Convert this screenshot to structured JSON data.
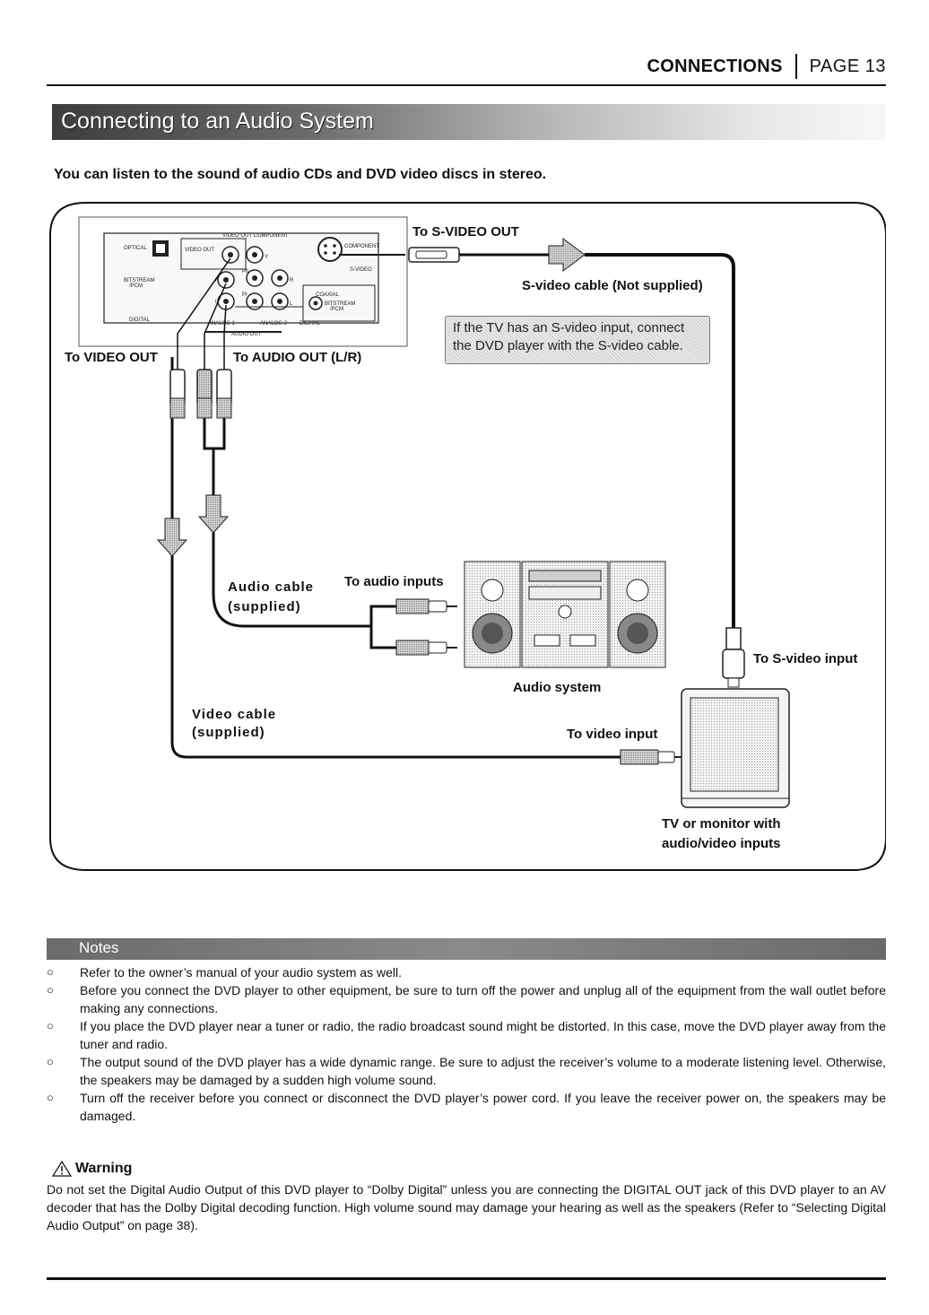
{
  "header": {
    "section": "CONNECTIONS",
    "page": "PAGE 13"
  },
  "title": "Connecting to an Audio System",
  "intro": "You can listen to the sound of audio CDs and DVD video discs in stereo.",
  "diagram": {
    "labels": {
      "to_video_out": "To VIDEO OUT",
      "to_audio_out": "To AUDIO OUT (L/R)",
      "to_svideo_out": "To S-VIDEO OUT",
      "svideo_cable": "S-video cable (Not supplied)",
      "callout": "If the TV has an S-video input, connect the DVD player with the S-video cable.",
      "audio_cable": "Audio cable\n(supplied)",
      "audio_cable_1": "Audio cable",
      "audio_cable_2": "(supplied)",
      "to_audio_inputs": "To audio inputs",
      "audio_system": "Audio system",
      "to_svideo_input": "To S-video input",
      "video_cable_1": "Video cable",
      "video_cable_2": "(supplied)",
      "to_video_input": "To video input",
      "tv_1": "TV or monitor with",
      "tv_2": "audio/video inputs"
    },
    "panel": {
      "optical": "OPTICAL",
      "bitstream": "BITSTREAM\n/PCM",
      "digital": "DIGITAL",
      "video_out": "VIDEO OUT",
      "component": "VIDEO OUT COMPONENT",
      "y": "Y",
      "pb": "Pb",
      "pr": "Pr",
      "r": "R",
      "l": "L",
      "analog1": "ANALOG 1",
      "analog2": "ANALOG 2",
      "audio_out": "AUDIO OUT",
      "coaxial": "COAXIAL",
      "digital2": "DIGITAL",
      "svideo": "S-VIDEO",
      "component2": "COMPONENT"
    }
  },
  "notes": {
    "heading": "Notes",
    "items": [
      "Refer to the owner’s  manual of your audio system as well.",
      "Before you connect the DVD player to other equipment, be sure to turn off the power and unplug all of the equipment from the wall outlet before making any connections.",
      "If you place the DVD player near a tuner or radio, the radio broadcast sound might be distorted. In this case, move the DVD player away from the tuner and radio.",
      "The output sound of the DVD player has a wide dynamic range. Be sure to adjust the receiver’s volume to a moderate listening level. Otherwise, the speakers may be damaged by a sudden high volume sound.",
      "Turn off the receiver before you connect or disconnect the DVD player’s  power cord. If you leave the receiver power on, the speakers may be damaged."
    ]
  },
  "warning": {
    "title": "Warning",
    "text": "Do not set the Digital Audio Output of this DVD player to “Dolby Digital” unless you are connecting the DIGITAL OUT jack of this DVD player to an AV decoder that has the Dolby Digital decoding function. High volume sound may damage your hearing as well as the speakers (Refer to “Selecting Digital Audio Output” on page 38)."
  }
}
